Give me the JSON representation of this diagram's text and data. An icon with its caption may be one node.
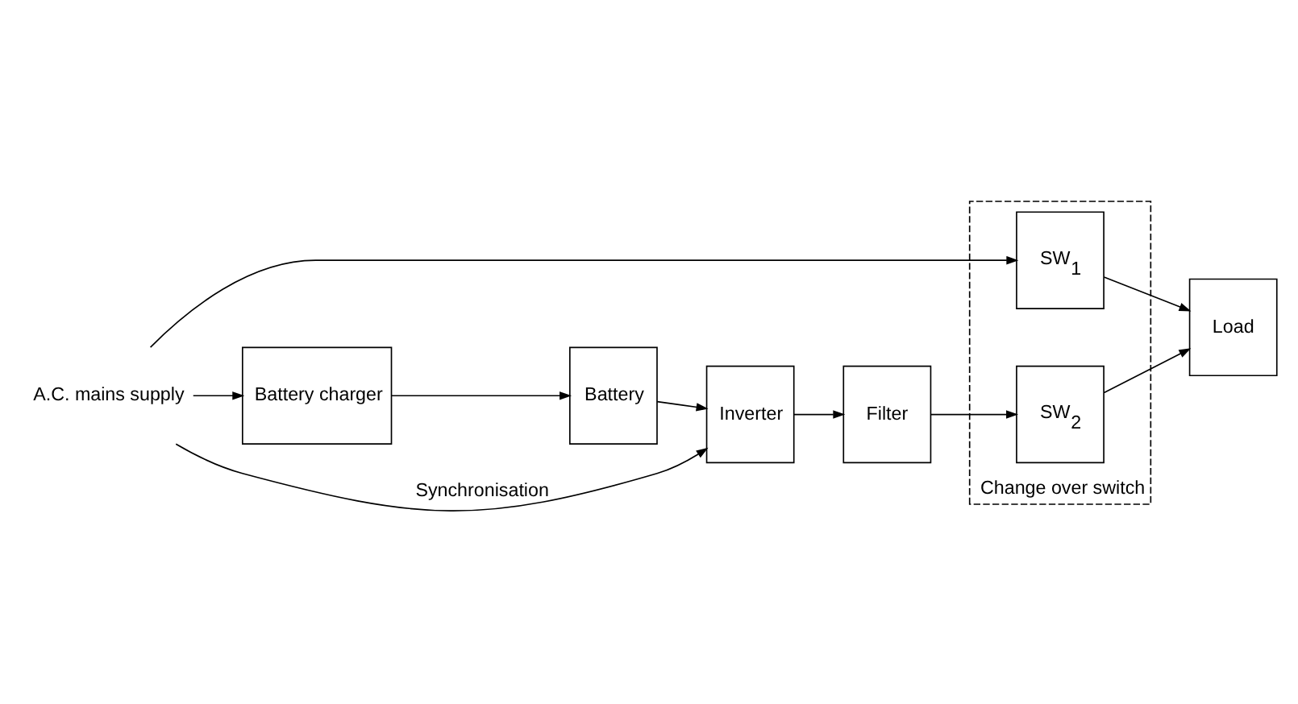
{
  "diagram": {
    "nodes": [
      {
        "text": [
          "A.C. mains supply"
        ]
      },
      {
        "text": [
          "Change over switch"
        ]
      },
      {
        "text": [
          "SW$_{1}$"
        ],
        "in": 1
      },
      {
        "text": [
          "SW$_{2}$"
        ],
        "in": 1
      },
      {
        "text": [
          "Load"
        ]
      },
      {
        "text": [
          "Battery charger"
        ]
      },
      {
        "text": [
          "Battery"
        ]
      },
      {
        "text": [
          "Inverter"
        ]
      },
      {
        "text": [
          "Filter"
        ]
      }
    ],
    "edges": [
      {
        "from": 0,
        "to": 2,
        "arrow": "to"
      },
      {
        "from": 0,
        "to": 5,
        "arrow": "to"
      },
      {
        "from": 0,
        "to": 7,
        "arrow": "to",
        "label": "Synchronisation"
      },
      {
        "from": 2,
        "to": 4,
        "arrow": "to"
      },
      {
        "from": 5,
        "to": 6,
        "arrow": "to"
      },
      {
        "from": 6,
        "to": 7,
        "arrow": "to"
      },
      {
        "from": 7,
        "to": 8,
        "arrow": "to"
      },
      {
        "from": 8,
        "to": 3,
        "arrow": "to"
      },
      {
        "from": 3,
        "to": 4,
        "arrow": "to"
      }
    ]
  }
}
